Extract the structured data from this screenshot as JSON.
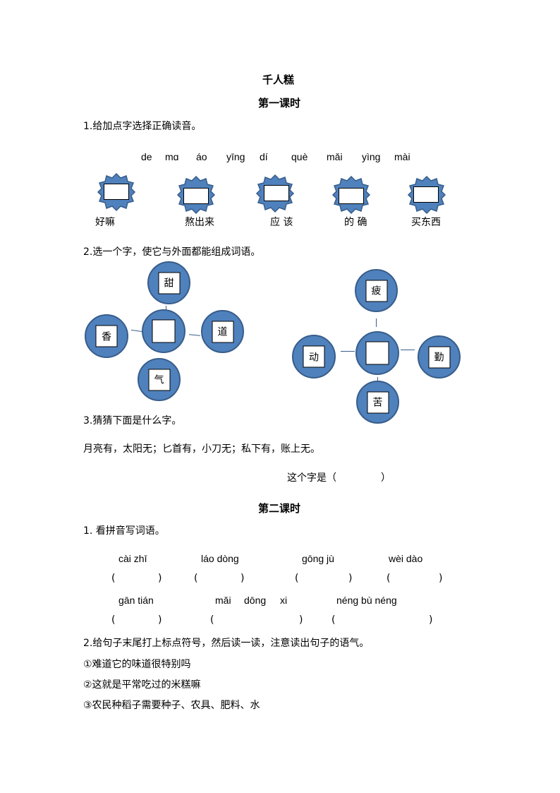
{
  "document": {
    "title": "千人糕",
    "lesson1": {
      "heading": "第一课时",
      "q1": {
        "prompt": "1.给加点字选择正确读音。",
        "pinyin": [
          "de",
          "mɑ",
          "áo",
          "yīng",
          "dí",
          "què",
          "mǎi",
          "yìng",
          "mài"
        ],
        "words": [
          "好嘛",
          "熬出来",
          "应 该",
          "的 确",
          "买东西"
        ]
      },
      "q2": {
        "prompt": "2.选一个字，使它与外面都能组成词语。",
        "diagram_left": {
          "top": "甜",
          "left": "香",
          "right": "道",
          "bottom": "气",
          "center": ""
        },
        "diagram_right": {
          "top": "疲",
          "left": "动",
          "right": "勤",
          "bottom": "苦",
          "center": ""
        }
      },
      "q3": {
        "prompt": "3.猜猜下面是什么字。",
        "riddle": "月亮有，太阳无；匕首有，小刀无；私下有，账上无。",
        "answer_label": "这个字是（",
        "answer_close": "）"
      }
    },
    "lesson2": {
      "heading": "第二课时",
      "q1": {
        "prompt": "1.  看拼音写词语。",
        "row1": [
          "cài zhī",
          "láo dòng",
          "gōng jù",
          "wèi dào"
        ],
        "row2": [
          "gān tián",
          "mǎi",
          "dōng",
          "xi",
          "néng bù néng"
        ],
        "paren_open": "(",
        "paren_close": ")"
      },
      "q2": {
        "prompt": "2.给句子末尾打上标点符号，然后读一读，注意读出句子的语气。",
        "sentences": [
          "①难道它的味道很特别吗",
          "②这就是平常吃过的米糕嘛",
          "③农民种稻子需要种子、农具、肥料、水"
        ]
      }
    }
  },
  "colors": {
    "shape_fill": "#4f81bd",
    "shape_border": "#385d8a"
  }
}
